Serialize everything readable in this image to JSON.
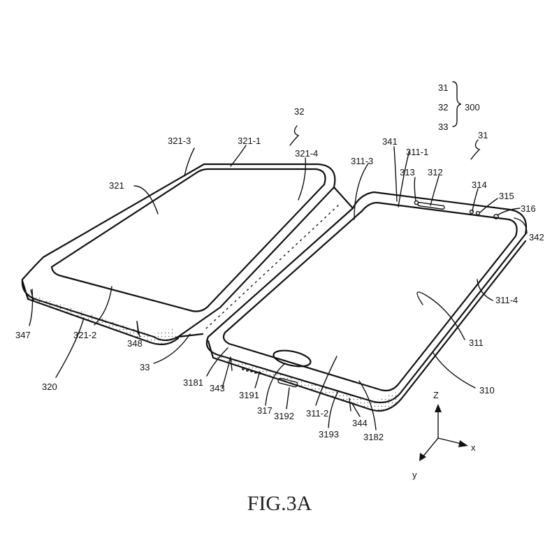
{
  "caption": "FIG.3A",
  "group_brace": {
    "members": [
      "31",
      "32",
      "33"
    ],
    "label": "300"
  },
  "axes": {
    "z": "Z",
    "x": "x",
    "y": "y"
  },
  "labels": {
    "l32": "32",
    "l31": "31",
    "l321_3": "321-3",
    "l321_1": "321-1",
    "l321_4": "321-4",
    "l321": "321",
    "l341": "341",
    "l311_1": "311-1",
    "l311_3": "311-3",
    "l313": "313",
    "l312": "312",
    "l314": "314",
    "l315": "315",
    "l316": "316",
    "l342": "342",
    "l311_4": "311-4",
    "l311": "311",
    "l310": "310",
    "l347": "347",
    "l321_2": "321-2",
    "l348": "348",
    "l320": "320",
    "l33": "33",
    "l3181": "3181",
    "l343": "343",
    "l3191": "3191",
    "l317": "317",
    "l3192": "3192",
    "l311_2": "311-2",
    "l3193": "3193",
    "l344": "344",
    "l3182": "3182"
  }
}
